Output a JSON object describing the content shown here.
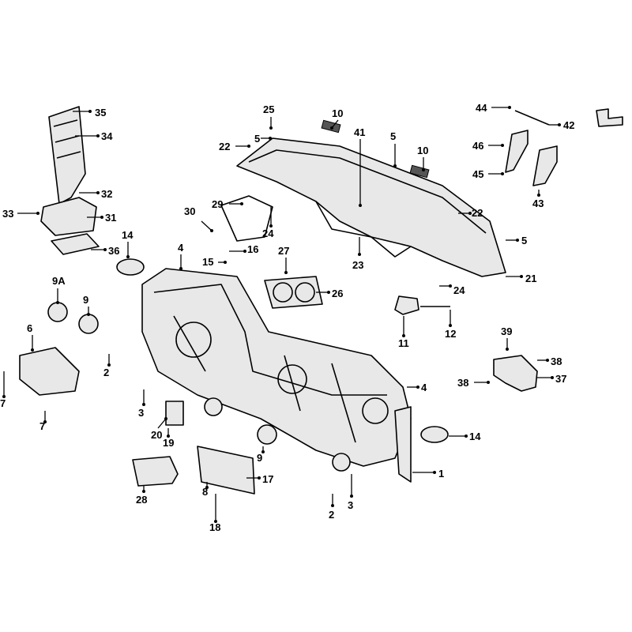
{
  "title": "Dashboard / Instrument Panel Exploded Parts Diagram",
  "callouts": [
    "35",
    "34",
    "32",
    "31",
    "33",
    "36",
    "25",
    "22",
    "5",
    "10",
    "41",
    "5",
    "10",
    "44",
    "42",
    "46",
    "45",
    "43",
    "29",
    "30",
    "24",
    "22",
    "16",
    "15",
    "4",
    "14",
    "9A",
    "9",
    "6",
    "7",
    "7",
    "2",
    "3",
    "20",
    "19",
    "28",
    "8",
    "18",
    "17",
    "27",
    "26",
    "23",
    "21",
    "24",
    "5",
    "11",
    "12",
    "39",
    "38",
    "38",
    "37",
    "4",
    "14",
    "1",
    "2",
    "3",
    "9"
  ]
}
